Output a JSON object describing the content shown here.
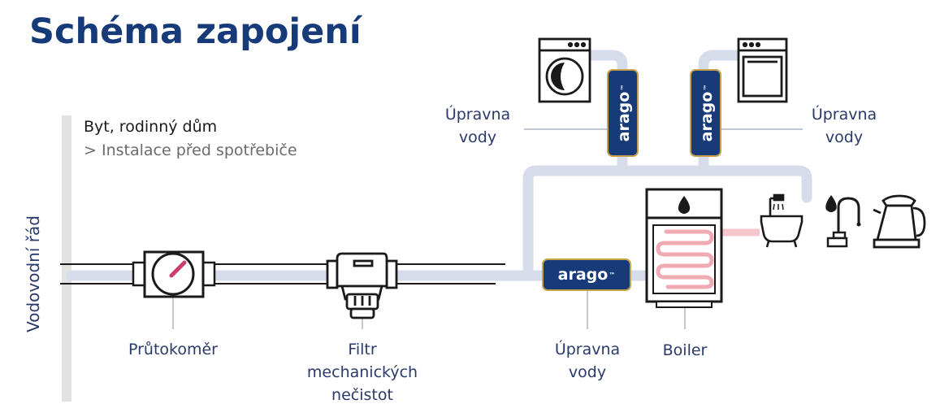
{
  "title": "Schéma zapojení",
  "subtitle": {
    "line1": "Byt, rodinný dům",
    "line2": "> Instalace před spotřebiče"
  },
  "side_label": "Vodovodní řád",
  "labels": {
    "flow_meter": "Průtokoměr",
    "filter": "Filtr\nmechanických\nnečistot",
    "treatment_bottom": "Úpravna\nvody",
    "treatment_left": "Úpravna\nvody",
    "treatment_right": "Úpravna\nvody",
    "boiler": "Boiler"
  },
  "brand": {
    "logo_text": "arago",
    "tm": "™"
  },
  "icons": {
    "washing_machine": "washing-machine-icon",
    "dishwasher": "dishwasher-icon",
    "bathtub": "bathtub-icon",
    "faucet": "faucet-icon",
    "kettle": "kettle-icon",
    "flow_meter": "flow-meter-icon",
    "filter": "filter-icon",
    "boiler": "boiler-icon"
  },
  "colors": {
    "navy": "#173a78",
    "pipe": "#d6dcea",
    "hot": "#f3b8bd",
    "gold": "#c8a24a",
    "label_text": "#2a3a6a"
  }
}
